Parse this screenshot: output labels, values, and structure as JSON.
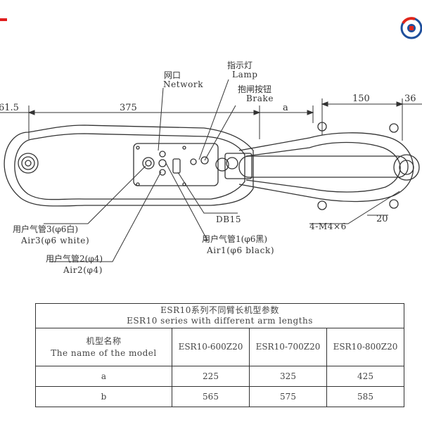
{
  "dimensions": {
    "d1": "61.5",
    "d2": "375",
    "d3": "a",
    "d4": "150",
    "d5": "36",
    "d6": "20"
  },
  "labels": {
    "network_cn": "网口",
    "network_en": "Network",
    "lamp_cn": "指示灯",
    "lamp_en": "Lamp",
    "brake_cn": "抱闸按钮",
    "brake_en": "Brake",
    "db15": "DB15",
    "m4": "4-M4×6",
    "air3_cn": "用户气管3(φ6白)",
    "air3_en": "Air3(φ6 white)",
    "air2_cn": "用户气管2(φ4)",
    "air2_en": "Air2(φ4)",
    "air1_cn": "用户气管1(φ6黑)",
    "air1_en": "Air1(φ6 black)"
  },
  "table": {
    "title_cn": "ESR10系列不同臂长机型参数",
    "title_en": "ESR10 series with different arm lengths",
    "header_cn": "机型名称",
    "header_en": "The name of the model",
    "models": [
      "ESR10-600Z20",
      "ESR10-700Z20",
      "ESR10-800Z20"
    ],
    "rows": [
      {
        "label": "a",
        "values": [
          "225",
          "325",
          "425"
        ]
      },
      {
        "label": "b",
        "values": [
          "565",
          "575",
          "585"
        ]
      }
    ]
  },
  "colors": {
    "logo_red": "#e0261b",
    "logo_blue": "#1f4f9c",
    "corner_mark": "#e01e1e"
  }
}
